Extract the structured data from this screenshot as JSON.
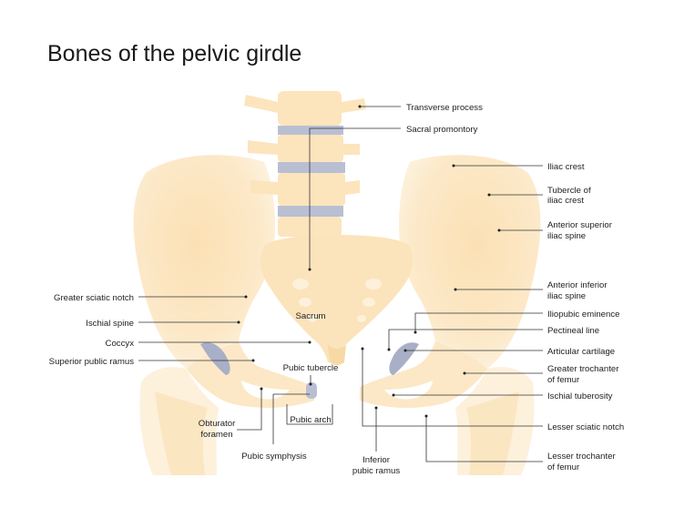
{
  "title": "Bones of the pelvic girdle",
  "labels": {
    "transverse_process": "Transverse process",
    "sacral_promontory": "Sacral promontory",
    "iliac_crest": "Iliac crest",
    "tubercle_iliac_crest_1": "Tubercle of",
    "tubercle_iliac_crest_2": "iliac crest",
    "anterior_superior_1": "Anterior superior",
    "anterior_superior_2": "iliac spine",
    "anterior_inferior_1": "Anterior inferior",
    "anterior_inferior_2": "iliac spine",
    "iliopubic_eminence": "Iliopubic eminence",
    "pectineal_line": "Pectineal line",
    "articular_cartilage": "Articular cartilage",
    "greater_trochanter_1": "Greater trochanter",
    "greater_trochanter_2": "of femur",
    "ischial_tuberosity": "Ischial tuberosity",
    "lesser_sciatic_notch": "Lesser sciatic notch",
    "lesser_trochanter_1": "Lesser trochanter",
    "lesser_trochanter_2": "of femur",
    "greater_sciatic_notch": "Greater sciatic notch",
    "ischial_spine": "Ischial spine",
    "coccyx": "Coccyx",
    "superior_pubic_ramus": "Superior public ramus",
    "sacrum": "Sacrum",
    "pubic_tubercle": "Pubic tubercle",
    "obturator_foramen_1": "Obturator",
    "obturator_foramen_2": "foramen",
    "pubic_arch": "Pubic arch",
    "pubic_symphysis": "Pubic symphysis",
    "inferior_pubic_ramus_1": "Inferior",
    "inferior_pubic_ramus_2": "pubic ramus"
  },
  "colors": {
    "bone_light": "#fdf1dc",
    "bone_mid": "#fbe3bb",
    "bone_dark": "#f5d49e",
    "disc": "#b9bfd2",
    "cartilage": "#a9afc6"
  }
}
